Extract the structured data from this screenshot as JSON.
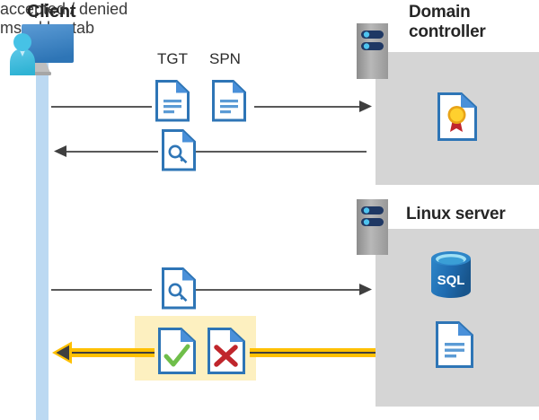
{
  "diagram": {
    "title_client": "Client",
    "title_domain_controller": "Domain\ncontroller",
    "title_domain_controller_line1": "Domain",
    "title_domain_controller_line2": "controller",
    "title_linux_server": "Linux server"
  },
  "labels": {
    "tgt": "TGT",
    "spn": "SPN",
    "keytab_file": "mssql.keytab",
    "verdict": "accepted / denied"
  },
  "icons": {
    "client": "client-workstation-icon",
    "user": "user-person-icon",
    "rack_dc": "server-rack-icon",
    "rack_linux": "server-rack-icon",
    "tgt_doc": "document-icon",
    "spn_doc": "document-icon",
    "ticket_doc_1": "document-key-icon",
    "ticket_doc_2": "document-key-icon",
    "certificate": "certificate-document-icon",
    "database": "sql-database-icon",
    "keytab_doc": "document-icon",
    "accepted_doc": "document-check-icon",
    "denied_doc": "document-cross-icon"
  },
  "colors": {
    "panel_gray": "#d5d5d5",
    "lifeline_blue": "#bcd9f2",
    "accent_blue": "#2e75b6",
    "doc_fold_blue": "#4a90d9",
    "arrow_gray": "#595959",
    "highlight_yellow": "#fdf0c0",
    "arrow_yellow": "#ffc000",
    "check_green": "#6fbe4a",
    "cross_red": "#c0262c",
    "seal_gold": "#ffd02e",
    "ribbon_red": "#c0262c",
    "sql_blue": "#1f6bb0",
    "rack_gray": "#a6a6a6",
    "rack_navy": "#1f3864",
    "title_black": "#262626"
  },
  "flows": [
    {
      "name": "request-tgt-spn",
      "direction": "right",
      "style": "solid-gray"
    },
    {
      "name": "issue-service-ticket",
      "direction": "left",
      "style": "solid-gray"
    },
    {
      "name": "present-service-ticket",
      "direction": "right",
      "style": "solid-gray"
    },
    {
      "name": "auth-result",
      "direction": "left",
      "style": "yellow-arrow"
    }
  ]
}
